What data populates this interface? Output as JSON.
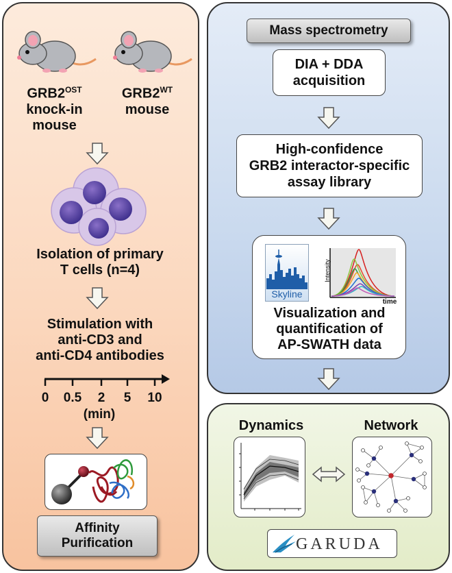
{
  "left": {
    "mouse_ost": {
      "name": "GRB2",
      "sup": "OST",
      "line2": "knock-in",
      "line3": "mouse"
    },
    "mouse_wt": {
      "name": "GRB2",
      "sup": "WT",
      "line2": "mouse"
    },
    "isolation": {
      "line1": "Isolation of primary",
      "line2": "T cells (n=4)"
    },
    "stimulation": {
      "line1": "Stimulation with",
      "line2": "anti-CD3 and",
      "line3": "anti-CD4 antibodies"
    },
    "timeline": {
      "ticks": [
        "0",
        "0.5",
        "2",
        "5",
        "10"
      ],
      "unit": "(min)"
    },
    "affinity": {
      "line1": "Affinity",
      "line2": "Purification"
    }
  },
  "right": {
    "header": "Mass spectrometry",
    "acq": {
      "line1": "DIA + DDA",
      "line2": "acquisition"
    },
    "library": {
      "line1": "High-confidence",
      "line2": "GRB2 interactor-specific",
      "line3": "assay library"
    },
    "viz": {
      "skyline_label": "Skyline",
      "y_axis": "Intensity",
      "x_axis": "time",
      "line1": "Visualization and",
      "line2": "quantification of",
      "line3": "AP-SWATH data"
    }
  },
  "bottom": {
    "dynamics": "Dynamics",
    "network": "Network",
    "garuda": "GARUDA"
  }
}
